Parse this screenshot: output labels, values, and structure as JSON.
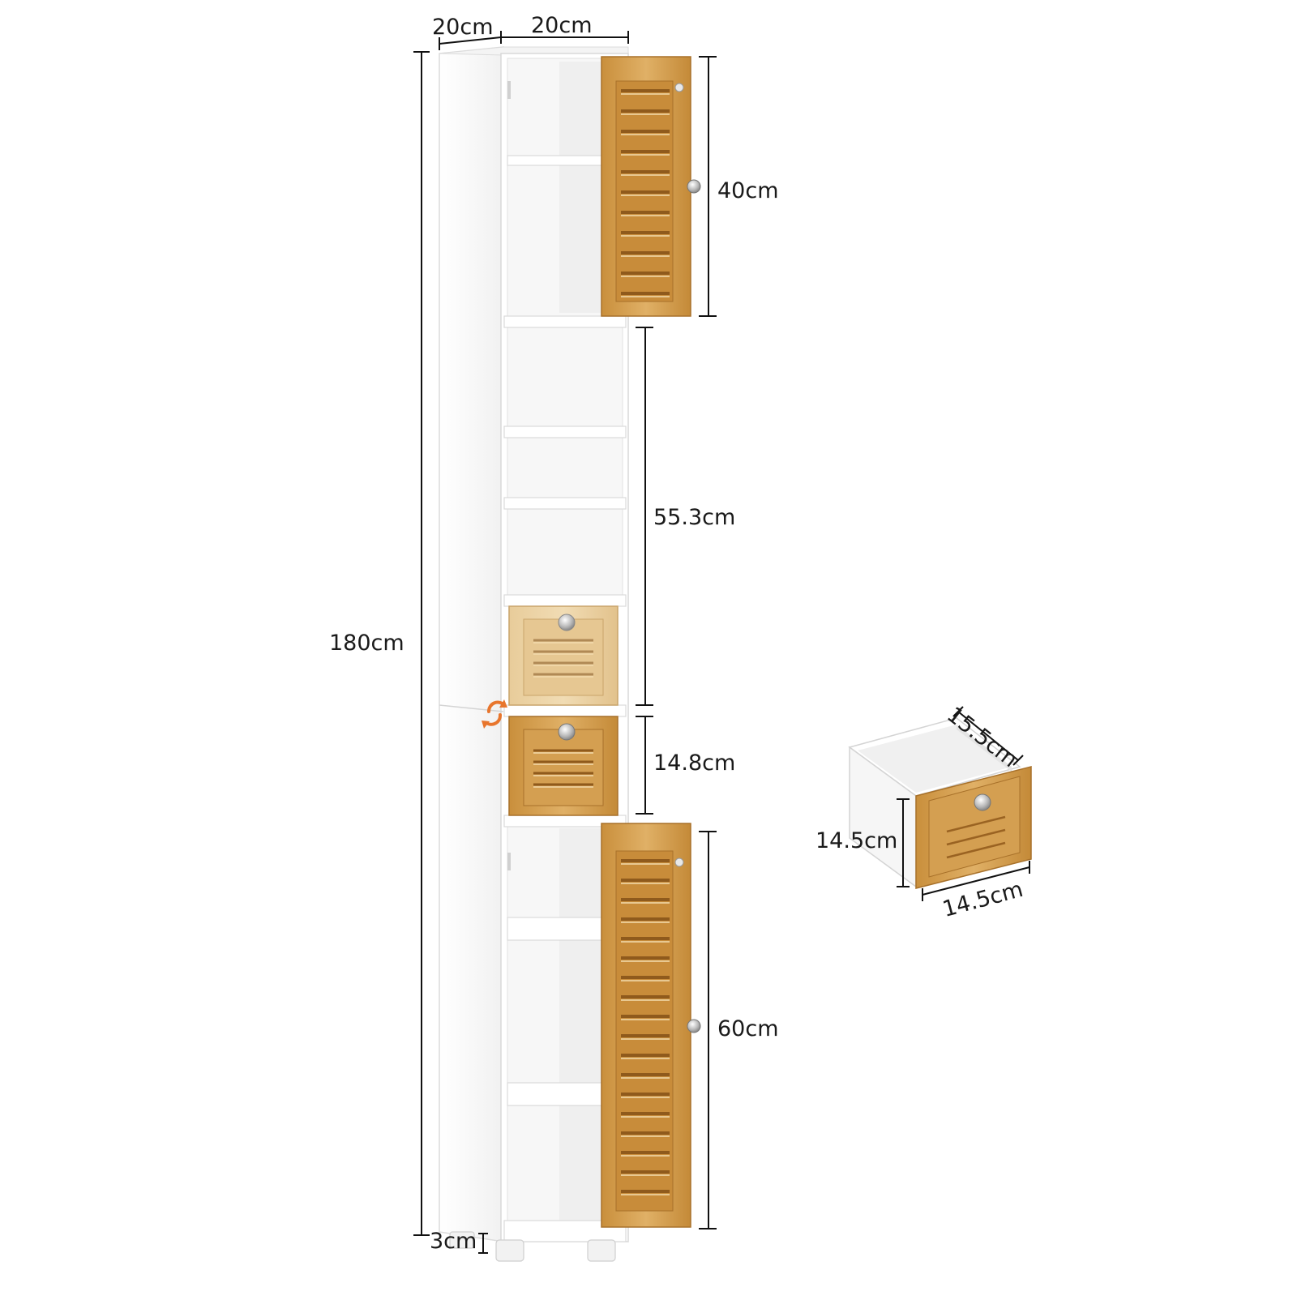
{
  "colors": {
    "cabinet_white": "#ffffff",
    "cabinet_edge": "#e6e6e6",
    "bamboo": "#d9a85a",
    "bamboo_dark": "#b97f2c",
    "bamboo_light": "#ecd1a0",
    "dimension_line": "#111111",
    "rotate_arrow": "#e8762d"
  },
  "icons": [
    "rotate-icon",
    "knob-icon"
  ],
  "dimensions": {
    "depth": "20cm",
    "width": "20cm",
    "total_height": "180cm",
    "top_cabinet_height": "40cm",
    "open_shelves_height": "55.3cm",
    "drawer_height": "14.8cm",
    "bottom_cabinet_height": "60cm",
    "leg_height": "3cm",
    "drawer_box_depth": "15.5cm",
    "drawer_box_height": "14.5cm",
    "drawer_box_width": "14.5cm"
  }
}
